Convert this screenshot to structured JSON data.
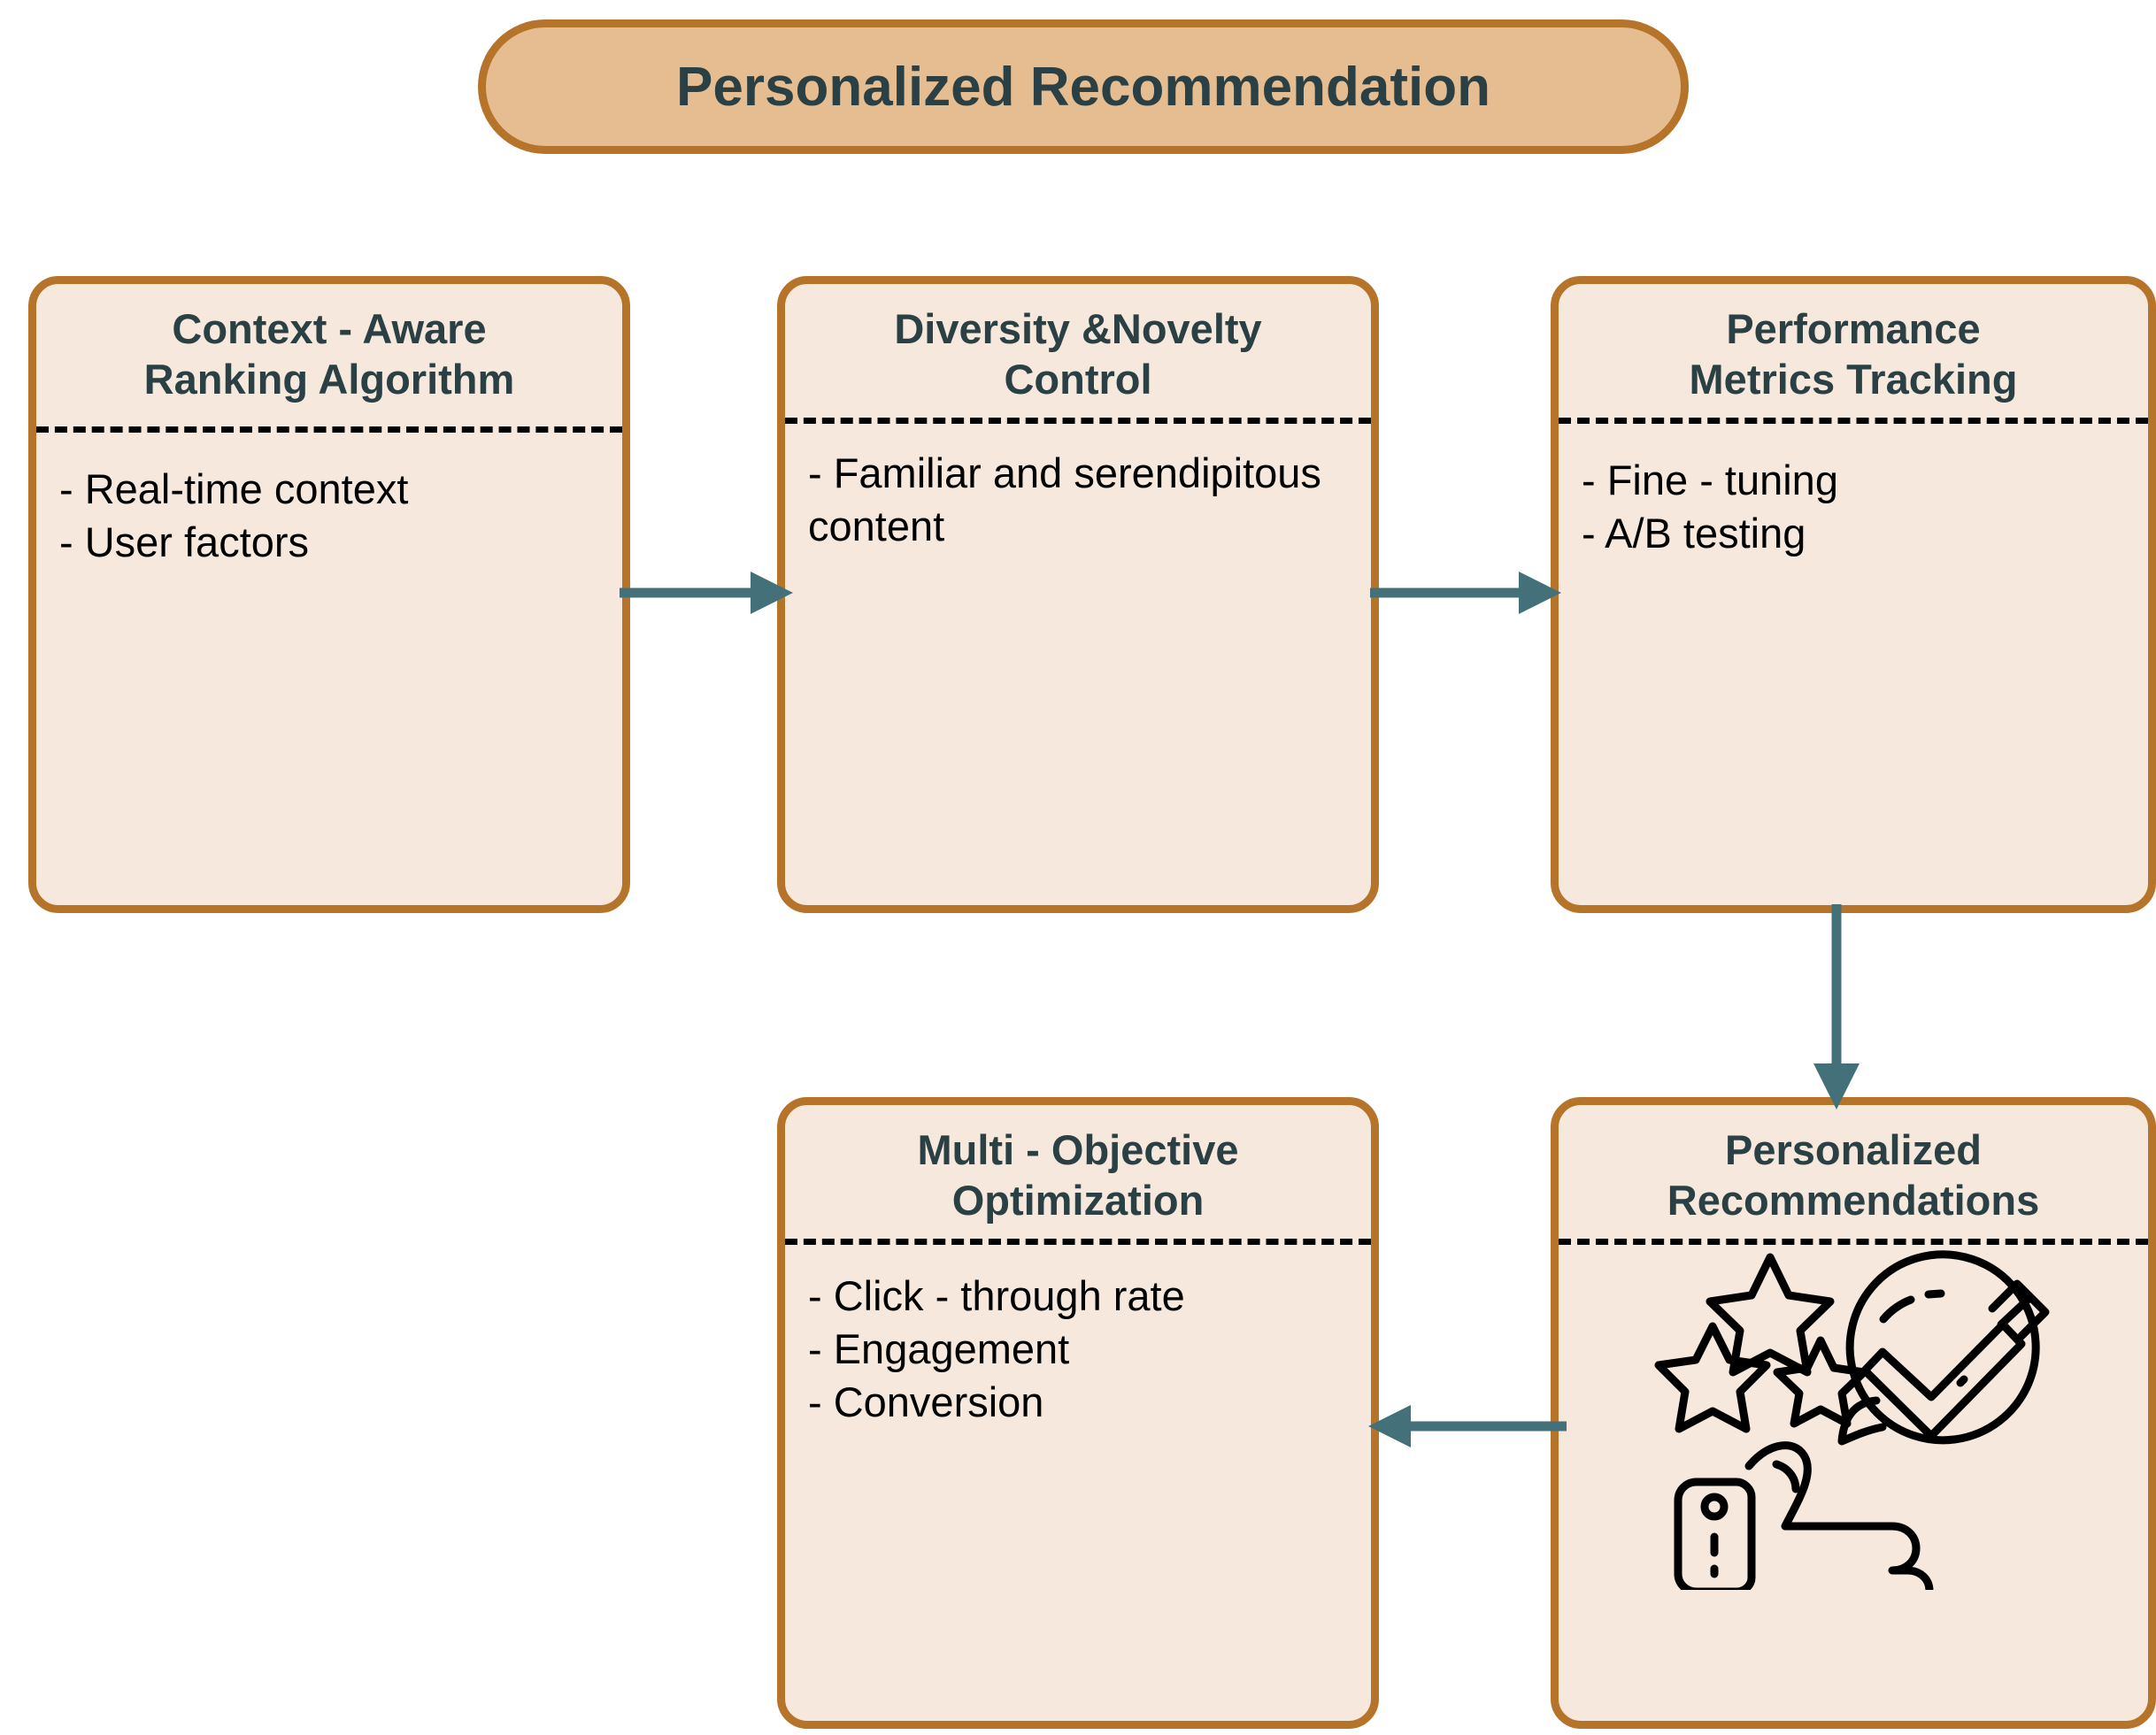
{
  "title": {
    "text": "Personalized Recommendation"
  },
  "colors": {
    "banner_fill": "#E6BD91",
    "card_fill": "#F6E8DC",
    "card_border": "#B5742A",
    "heading_text": "#2B4044",
    "body_text": "#000000",
    "arrow": "#44707A",
    "divider": "#000000",
    "background": "#FFFFFF"
  },
  "cards": [
    {
      "id": "context",
      "heading": "Context - Aware\nRanking Algorithm",
      "heading_lines": [
        "Context - Aware",
        "Ranking Algorithm"
      ],
      "bullets": [
        "- Real-time context",
        "- User factors"
      ],
      "has_icon": false
    },
    {
      "id": "diversity",
      "heading": "Diversity &Novelty\nControl",
      "heading_lines": [
        "Diversity &Novelty",
        "Control"
      ],
      "bullets": [
        "-  Familiar and serendipitous content"
      ],
      "has_icon": false
    },
    {
      "id": "metrics",
      "heading": "Performance\nMetrics Tracking",
      "heading_lines": [
        "Performance",
        "Metrics Tracking"
      ],
      "bullets": [
        "- Fine - tuning",
        "- A/B testing"
      ],
      "has_icon": false
    },
    {
      "id": "multi",
      "heading": "Multi - Objective\nOptimization",
      "heading_lines": [
        "Multi - Objective",
        "Optimization"
      ],
      "bullets": [
        "- Click - through rate",
        "- Engagement",
        "- Conversion"
      ],
      "has_icon": false
    },
    {
      "id": "personal",
      "heading": "Personalized\nRecommendations",
      "heading_lines": [
        "Personalized",
        "Recommendations"
      ],
      "bullets": [],
      "has_icon": true,
      "icon_name": "thumbs-up-stars-check-icon"
    }
  ],
  "arrows": [
    {
      "id": "arrow-1",
      "from": "context",
      "to": "diversity",
      "direction": "right"
    },
    {
      "id": "arrow-2",
      "from": "diversity",
      "to": "metrics",
      "direction": "right"
    },
    {
      "id": "arrow-3",
      "from": "metrics",
      "to": "personal",
      "direction": "down"
    },
    {
      "id": "arrow-4",
      "from": "personal",
      "to": "multi",
      "direction": "left"
    }
  ]
}
